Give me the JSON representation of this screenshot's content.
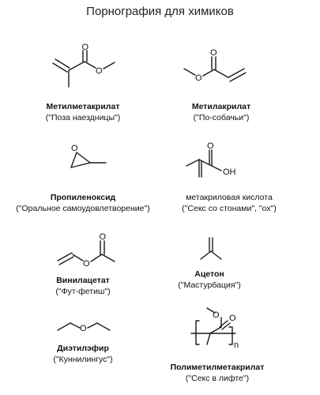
{
  "title": "Порнография для химиков",
  "atoms": {
    "O": "O",
    "OH": "OH",
    "n": "n"
  },
  "compounds": [
    {
      "id": "methyl-methacrylate",
      "name": "Метилметакрилат",
      "nickname": "(\"Поза наездницы\")"
    },
    {
      "id": "methyl-acrylate",
      "name": "Метилакрилат",
      "nickname": "(\"По-собачьи\")"
    },
    {
      "id": "propylene-oxide",
      "name": "Пропиленоксид",
      "nickname": "(\"Оральное самоудовлетворение\")"
    },
    {
      "id": "methacrylic-acid",
      "name": "метакриловая кислота",
      "nickname": "(\"Секс со стонами\", \"ох\")"
    },
    {
      "id": "vinyl-acetate",
      "name": "Винилацетат",
      "nickname": "(\"Фут-фетиш\")"
    },
    {
      "id": "acetone",
      "name": "Ацетон",
      "nickname": "(\"Мастурбация\")"
    },
    {
      "id": "diethyl-ether",
      "name": "Диэтилэфир",
      "nickname": "(\"Куннилингус\")"
    },
    {
      "id": "pmma",
      "name": "Полиметилметакрилат",
      "nickname": "(\"Секс в лифте\")"
    }
  ]
}
